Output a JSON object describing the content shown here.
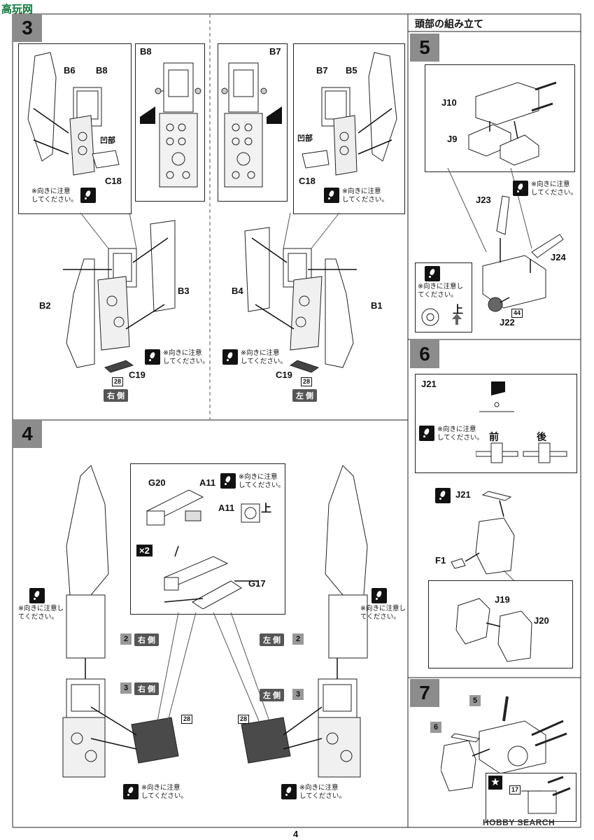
{
  "header": {
    "site_logo_text": "高玩网",
    "section_title": "頭部の組み立て"
  },
  "steps": {
    "s3": "3",
    "s4": "4",
    "s5": "5",
    "s6": "6",
    "s7": "7"
  },
  "labels": {
    "B6": "B6",
    "B8": "B8",
    "B7": "B7",
    "B5": "B5",
    "C18": "C18",
    "C19": "C19",
    "B2": "B2",
    "B3": "B3",
    "B4": "B4",
    "B1": "B1",
    "recess": "凹部",
    "G20": "G20",
    "A11": "A11",
    "G17": "G17",
    "J10": "J10",
    "J9": "J9",
    "J23": "J23",
    "J24": "J24",
    "J22": "J22",
    "J21": "J21",
    "F1": "F1",
    "J19": "J19",
    "J20": "J20",
    "up": "上",
    "front": "前",
    "back": "後",
    "x2": "×2",
    "right_side": "右 側",
    "left_side": "左 側",
    "n2": "2",
    "n3": "3",
    "n5": "5",
    "n6": "6",
    "n28": "28",
    "n44": "44",
    "n17": "17"
  },
  "note_text": "※向きに注意\nしてください。",
  "note_text_wrap": "※向きに注意し\nてください。",
  "footer": {
    "page_number": "4",
    "watermark": "HOBBY SEARCH"
  },
  "colors": {
    "step_box": "#8c8c8c",
    "badge": "#555555",
    "sprue_gray": "#4a4a4a"
  }
}
